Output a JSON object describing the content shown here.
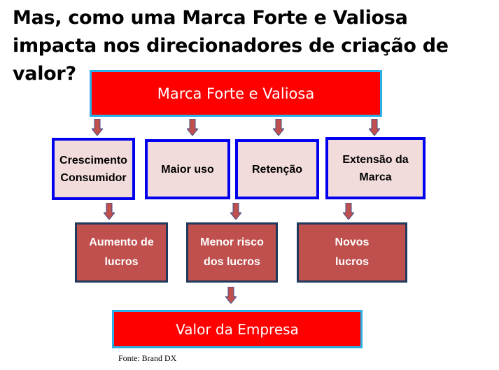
{
  "title": "Mas, como uma Marca Forte e Valiosa impacta nos direcionadores de criação de valor?",
  "diagram": {
    "top": "Marca Forte e Valiosa",
    "drivers": [
      "Crescimento Consumidor",
      "Maior uso",
      "Retenção",
      "Extensão da Marca"
    ],
    "outcomes": [
      "Aumento de lucros",
      "Menor risco dos lucros",
      "Novos lucros"
    ],
    "bottom": "Valor da Empresa"
  },
  "source": "Fonte: Brand DX",
  "colors": {
    "red": "#ff0000",
    "pink": "#f2dcdb",
    "brown": "#c0504d",
    "blue_border": "#0000ee",
    "cyan_border": "#2ab0e6",
    "arrow": "#c0504d"
  }
}
